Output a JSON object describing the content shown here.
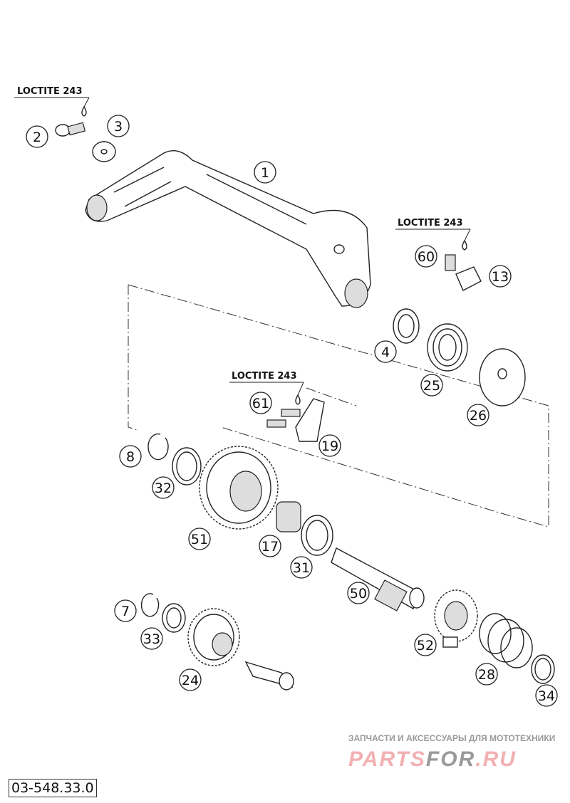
{
  "diagram": {
    "loctite_labels": [
      "LOCTITE 243",
      "LOCTITE 243",
      "LOCTITE 243"
    ],
    "callouts": [
      "1",
      "2",
      "3",
      "4",
      "7",
      "8",
      "13",
      "17",
      "19",
      "24",
      "25",
      "26",
      "28",
      "31",
      "32",
      "33",
      "34",
      "50",
      "51",
      "52",
      "60",
      "61"
    ],
    "drawing_code": "03-548.33.0"
  },
  "watermark": {
    "tagline": "ЗАПЧАСТИ И АКСЕССУАРЫ ДЛЯ МОТОТЕХНИКИ",
    "logo_part1": "PARTS",
    "logo_part2": "FOR",
    "logo_part3": ".RU",
    "colors": {
      "pink": "#f2b0b3",
      "gray": "#9a9a9a"
    }
  }
}
